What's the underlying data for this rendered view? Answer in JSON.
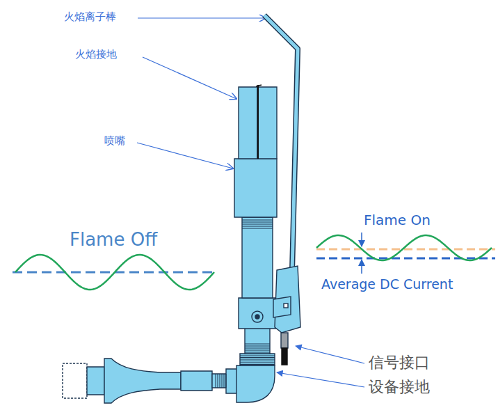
{
  "diagram": {
    "labels": [
      "火焰离子棒",
      "火焰接地",
      "喷嘴",
      "Flame Off",
      "Flame On",
      "Average DC Current",
      "信号接口",
      "设备接地"
    ]
  }
}
